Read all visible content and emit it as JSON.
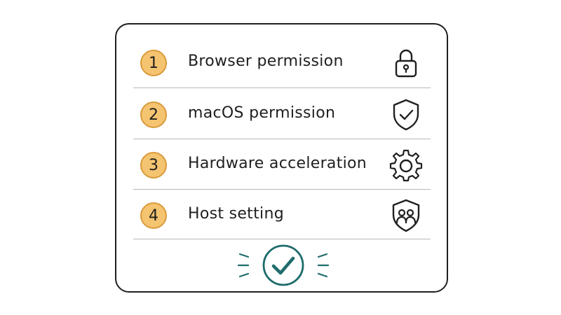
{
  "steps": [
    {
      "number": "1",
      "label": "Browser permission",
      "icon": "lock-icon"
    },
    {
      "number": "2",
      "label": "macOS permission",
      "icon": "shield-check-icon"
    },
    {
      "number": "3",
      "label": "Hardware acceleration",
      "icon": "gear-icon"
    },
    {
      "number": "4",
      "label": "Host setting",
      "icon": "shield-users-icon"
    }
  ],
  "colors": {
    "badge_fill": "#f5c470",
    "badge_stroke": "#d99b3c",
    "check": "#1e6b6b",
    "ink": "#1f1f1f",
    "divider": "#b8b8b8"
  },
  "completion_icon": "check-circle-icon"
}
